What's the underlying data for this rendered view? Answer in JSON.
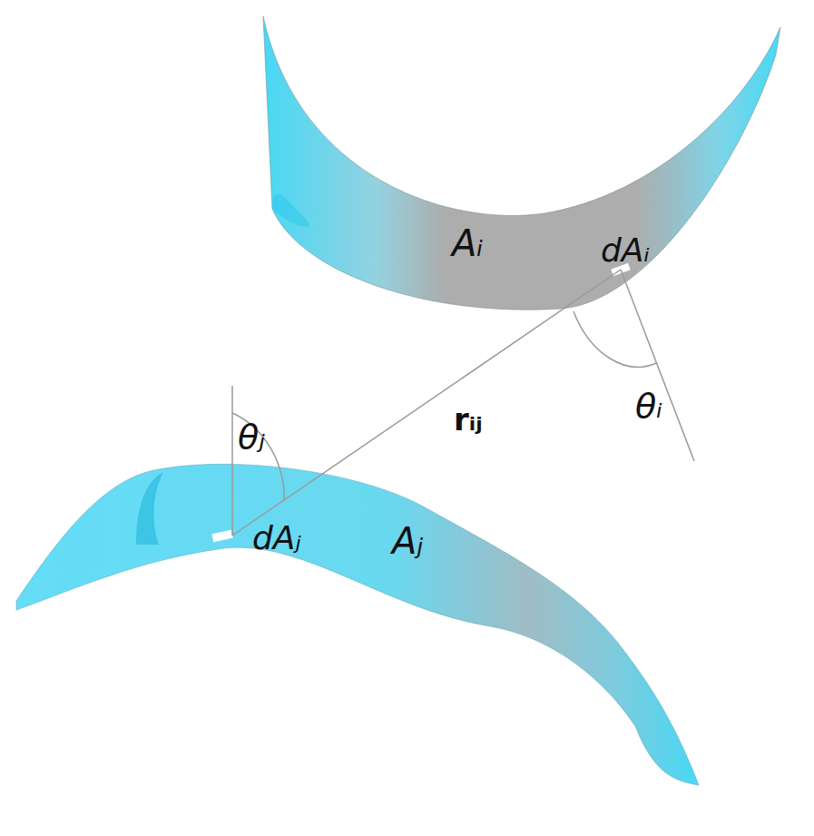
{
  "diagram": {
    "labels": [
      "Aᵢ",
      "dAᵢ",
      "θᵢ",
      "rᵢⱼ",
      "θⱼ",
      "dAⱼ",
      "Aⱼ"
    ]
  }
}
